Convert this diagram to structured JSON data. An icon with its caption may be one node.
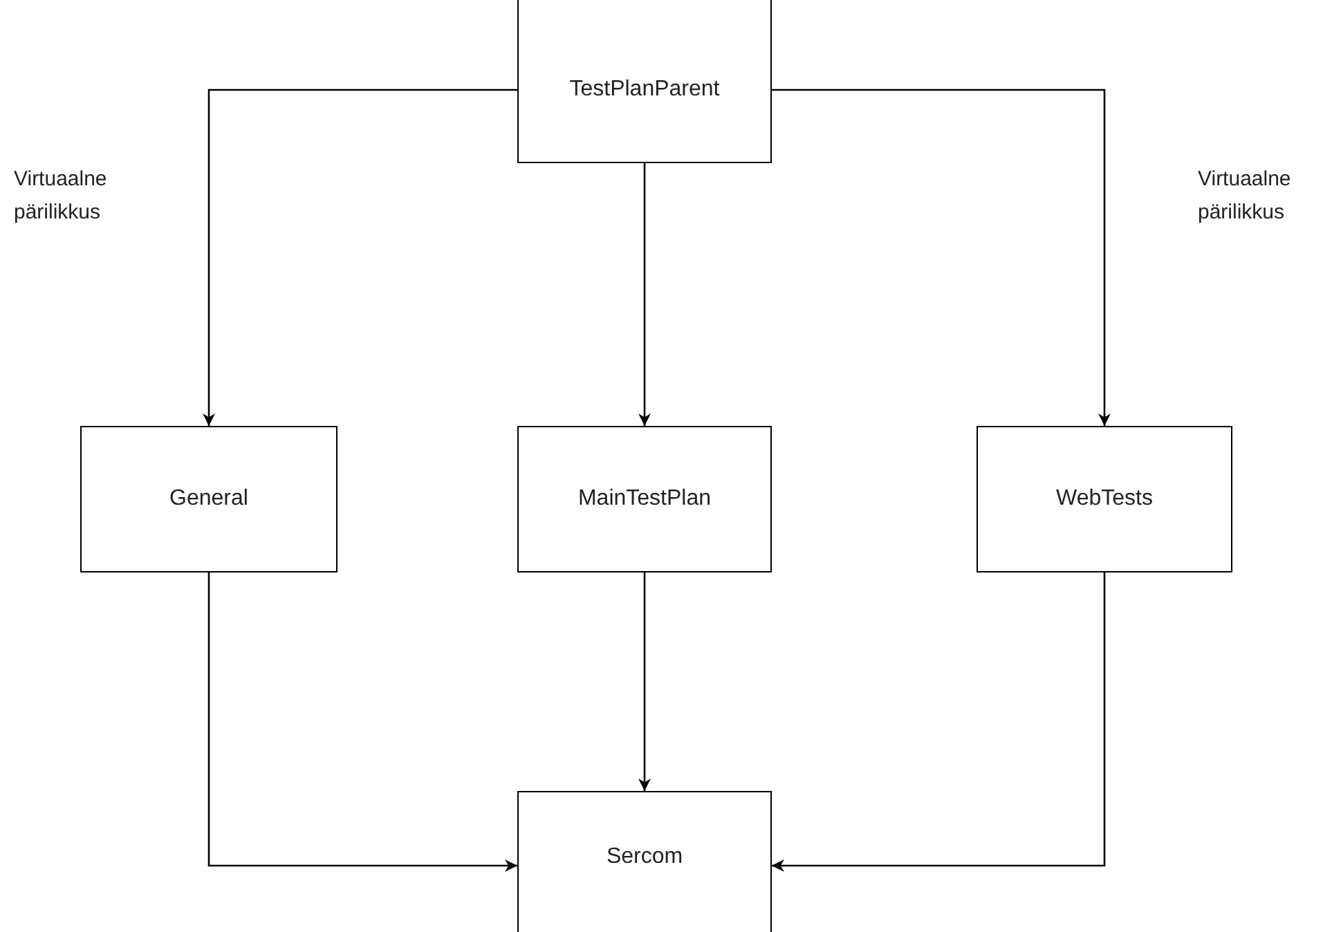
{
  "diagram": {
    "nodes": [
      {
        "text": [
          "TestPlanParent"
        ]
      },
      {
        "text": [
          "General"
        ]
      },
      {
        "text": [
          "MainTestPlan"
        ]
      },
      {
        "text": [
          "WebTests"
        ]
      },
      {
        "text": [
          "Sercom"
        ]
      }
    ],
    "edges": [
      {
        "from": 0,
        "to": 1,
        "arrow": "to"
      },
      {
        "from": 0,
        "to": 2,
        "arrow": "to"
      },
      {
        "from": 0,
        "to": 3,
        "arrow": "to"
      },
      {
        "from": 1,
        "to": 4,
        "arrow": "to"
      },
      {
        "from": 2,
        "to": 4,
        "arrow": "to"
      },
      {
        "from": 3,
        "to": 4,
        "arrow": "to"
      }
    ],
    "labels": [
      "Virtuaalne pärilikkus",
      "Virtuaalne pärilikkus"
    ]
  }
}
